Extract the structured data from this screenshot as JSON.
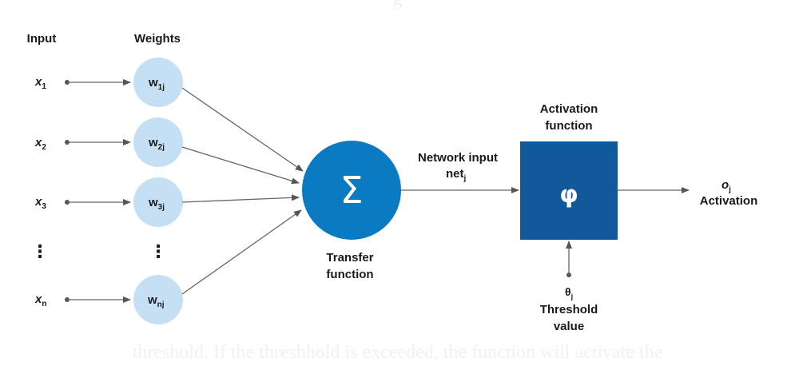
{
  "diagram": {
    "input_header": "Input",
    "weights_header": "Weights",
    "inputs": [
      {
        "base": "x",
        "sub": "1"
      },
      {
        "base": "x",
        "sub": "2"
      },
      {
        "base": "x",
        "sub": "3"
      },
      {
        "base": "x",
        "sub": "n"
      }
    ],
    "weights": [
      {
        "base": "w",
        "sub": "1j"
      },
      {
        "base": "w",
        "sub": "2j"
      },
      {
        "base": "w",
        "sub": "3j"
      },
      {
        "base": "w",
        "sub": "nj"
      }
    ],
    "ellipsis": "⋮",
    "sum_symbol": "Σ",
    "transfer_line1": "Transfer",
    "transfer_line2": "function",
    "net_input_line1": "Network input",
    "net_input_base": "net",
    "net_input_sub": "j",
    "activation_fn_line1": "Activation",
    "activation_fn_line2": "function",
    "phi_symbol": "φ",
    "output_base": "o",
    "output_sub": "j",
    "output_label": "Activation",
    "threshold_base": "θ",
    "threshold_sub": "j",
    "threshold_line1": "Threshold",
    "threshold_line2": "value",
    "colors": {
      "weight_circle": "#c5e0f5",
      "sum_circle": "#0a7bc2",
      "activation_box": "#11599a",
      "arrow": "#666666"
    }
  },
  "background_text": {
    "top": "g",
    "bottom": "threshold. If the threshhold is exceeded, the function will activate the"
  }
}
